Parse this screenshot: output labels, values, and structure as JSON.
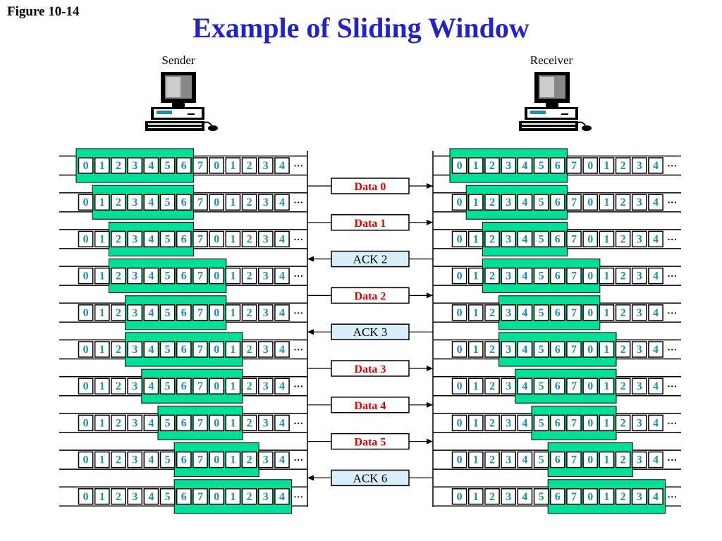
{
  "figure_label": "Figure 10-14",
  "title": "Example of Sliding Window",
  "sender_label": "Sender",
  "receiver_label": "Receiver",
  "sequence_cells": [
    "0",
    "1",
    "2",
    "3",
    "4",
    "5",
    "6",
    "7",
    "0",
    "1",
    "2",
    "3",
    "4",
    "···"
  ],
  "sender_windows": [
    [
      0,
      6
    ],
    [
      1,
      6
    ],
    [
      2,
      6
    ],
    [
      2,
      8
    ],
    [
      3,
      8
    ],
    [
      3,
      9
    ],
    [
      4,
      9
    ],
    [
      5,
      9
    ],
    [
      6,
      10
    ],
    [
      6,
      12
    ]
  ],
  "receiver_windows": [
    [
      0,
      6
    ],
    [
      1,
      6
    ],
    [
      2,
      6
    ],
    [
      2,
      8
    ],
    [
      3,
      8
    ],
    [
      3,
      9
    ],
    [
      4,
      9
    ],
    [
      5,
      9
    ],
    [
      6,
      10
    ],
    [
      6,
      12
    ]
  ],
  "messages": [
    {
      "label": "Data 0",
      "kind": "data"
    },
    {
      "label": "Data 1",
      "kind": "data"
    },
    {
      "label": "ACK 2",
      "kind": "ack"
    },
    {
      "label": "Data 2",
      "kind": "data"
    },
    {
      "label": "ACK 3",
      "kind": "ack"
    },
    {
      "label": "Data 3",
      "kind": "data"
    },
    {
      "label": "Data 4",
      "kind": "data"
    },
    {
      "label": "Data 5",
      "kind": "data"
    },
    {
      "label": "ACK 6",
      "kind": "ack"
    }
  ],
  "colors": {
    "title": "#2323c8",
    "window_fill": "#00e098",
    "cell_text": "#1a8fb0",
    "data_text": "#e00000",
    "ack_fill": "#d8eef8",
    "line": "#000000"
  }
}
